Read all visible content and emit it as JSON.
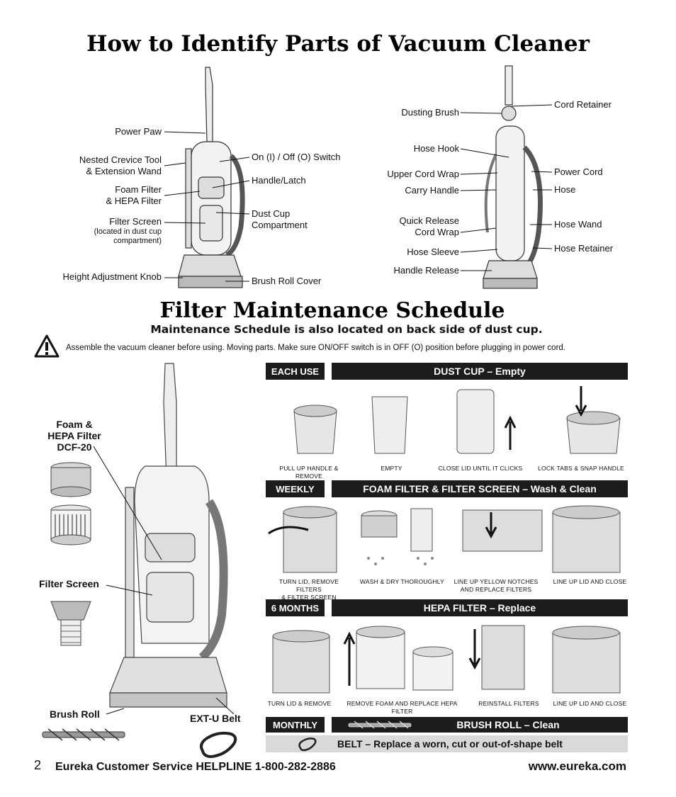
{
  "page_title": "How to Identify Parts of Vacuum Cleaner",
  "parts_left": [
    {
      "label": "Power Paw"
    },
    {
      "label": "Nested Crevice Tool\n& Extension Wand"
    },
    {
      "label": "Foam Filter\n& HEPA Filter"
    },
    {
      "label": "Filter Screen"
    },
    {
      "label": "Height Adjustment Knob"
    },
    {
      "label": "On (I) / Off (O) Switch"
    },
    {
      "label": "Handle/Latch"
    },
    {
      "label": "Dust Cup\nCompartment"
    },
    {
      "label": "Brush Roll Cover"
    }
  ],
  "filter_screen_note": "(located in dust cup\ncompartment)",
  "parts_right": [
    {
      "label": "Dusting Brush"
    },
    {
      "label": "Hose Hook"
    },
    {
      "label": "Upper Cord Wrap"
    },
    {
      "label": "Carry Handle"
    },
    {
      "label": "Quick Release\nCord Wrap"
    },
    {
      "label": "Hose Sleeve"
    },
    {
      "label": "Handle Release"
    },
    {
      "label": "Cord Retainer"
    },
    {
      "label": "Power Cord"
    },
    {
      "label": "Hose"
    },
    {
      "label": "Hose Wand"
    },
    {
      "label": "Hose Retainer"
    }
  ],
  "schedule_title": "Filter Maintenance Schedule",
  "schedule_subtitle": "Maintenance Schedule is also located on back side of dust cup.",
  "warning_text": "Assemble the vacuum cleaner before using. Moving parts. Make sure ON/OFF switch is in OFF (O) position before plugging in power cord.",
  "diagram_labels": {
    "foam_hepa": "Foam &\nHEPA Filter\nDCF-20",
    "filter_screen": "Filter Screen",
    "brush_roll": "Brush Roll",
    "belt": "EXT-U Belt"
  },
  "schedule": [
    {
      "frequency": "EACH USE",
      "task": "DUST CUP – Empty",
      "steps": [
        "PULL UP HANDLE & REMOVE",
        "EMPTY",
        "CLOSE LID UNTIL IT CLICKS",
        "LOCK TABS & SNAP HANDLE"
      ]
    },
    {
      "frequency": "WEEKLY",
      "task": "FOAM FILTER & FILTER SCREEN – Wash & Clean",
      "steps": [
        "TURN LID, REMOVE FILTERS\n& FILTER SCREEN",
        "WASH & DRY THOROUGHLY",
        "LINE UP YELLOW NOTCHES\nAND REPLACE FILTERS",
        "LINE UP LID AND CLOSE"
      ]
    },
    {
      "frequency": "6 MONTHS",
      "task": "HEPA FILTER – Replace",
      "steps": [
        "TURN LID & REMOVE",
        "REMOVE FOAM AND REPLACE HEPA FILTER",
        "REINSTALL FILTERS",
        "LINE UP LID AND CLOSE"
      ]
    },
    {
      "frequency": "MONTHLY",
      "task": "BRUSH ROLL – Clean",
      "steps": []
    }
  ],
  "belt_note": "BELT – Replace a worn, cut or out-of-shape belt",
  "footer": {
    "page_number": "2",
    "helpline": "Eureka Customer Service HELPLINE 1-800-282-2886",
    "website": "www.eureka.com"
  },
  "colors": {
    "bar": "#1c1c1c",
    "belt_band": "#d9d9d9",
    "illustration_gray": "#9a9a9a"
  }
}
